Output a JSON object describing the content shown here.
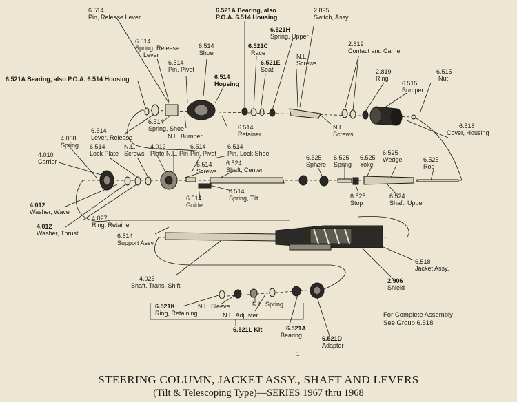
{
  "diagram": {
    "title": "STEERING COLUMN, JACKET ASSY., SHAFT AND LEVERS",
    "subtitle": "(Tilt & Telescoping Type)—SERIES 1967 thru 1968",
    "note": {
      "line1": "For Complete Assembly",
      "line2": "See Group 6.518"
    },
    "stray_mark": "1"
  },
  "labels": {
    "l1": {
      "line1": "6.514",
      "line2": "Pin, Release Lever"
    },
    "l2": {
      "line1": "6.521A Bearing, also",
      "line2": "P.O.A. 6.514 Housing"
    },
    "l3": {
      "line1": "2.895",
      "line2": "Switch, Assy."
    },
    "l4": {
      "line1": "6.521H",
      "line2": "Spring, Upper"
    },
    "l5": {
      "line1": "6.514",
      "line2": "Spring, Release",
      "line3": "Lever"
    },
    "l6": {
      "line1": "6.514",
      "line2": "Shoe"
    },
    "l7": {
      "line1": "6.521C",
      "line2": "Race"
    },
    "l8": {
      "line1": "N.L.",
      "line2": "Screws"
    },
    "l9": {
      "line1": "2.819",
      "line2": "Contact and Carrier"
    },
    "l10": {
      "line1": "6.514",
      "line2": "Pin, Pivot"
    },
    "l11": {
      "line1": "6.514",
      "line2": "Housing"
    },
    "l12": {
      "line1": "6.521E",
      "line2": "Seat"
    },
    "l13": {
      "line1": "6.515",
      "line2": "Nut"
    },
    "l14": {
      "line1": "2.819",
      "line2": "Ring"
    },
    "l15": {
      "line1": "6.515",
      "line2": "Bumper"
    },
    "l16": {
      "line1": "6.521A Bearing, also P.O.A. 6.514 Housing"
    },
    "l17": {
      "line1": "6.514",
      "line2": "Spring, Shoe"
    },
    "l18": {
      "line1": "N.L. Bumper"
    },
    "l19": {
      "line1": "6.514",
      "line2": "Retainer"
    },
    "l20": {
      "line1": "N.L.",
      "line2": "Screws"
    },
    "l21": {
      "line1": "6.518",
      "line2": "Cover, Housing"
    },
    "l22": {
      "line1": "6.514",
      "line2": "Lever, Release"
    },
    "l23": {
      "line1": "4.008",
      "line2": "Spring"
    },
    "l24": {
      "line1": "6.514",
      "line2": "Lock Plate"
    },
    "l25": {
      "line1": "N.L.",
      "line2": "Screws"
    },
    "l26": {
      "line1": "4.012",
      "line2": "Plate"
    },
    "l27": {
      "line1": "N.L. Pin"
    },
    "l28": {
      "line1": "6.514",
      "line2": "Pin, Pivot"
    },
    "l29": {
      "line1": "6.514",
      "line2": "Pin, Lock Shoe"
    },
    "l30": {
      "line1": "4.010",
      "line2": "Carrier"
    },
    "l31": {
      "line1": "6.514",
      "line2": "Screws"
    },
    "l32": {
      "line1": "6.524",
      "line2": "Shaft, Center"
    },
    "l33": {
      "line1": "6.525",
      "line2": "Sphere"
    },
    "l34": {
      "line1": "6.525",
      "line2": "Spring"
    },
    "l35": {
      "line1": "6.525",
      "line2": "Yoke"
    },
    "l36": {
      "line1": "6.525",
      "line2": "Wedge"
    },
    "l37": {
      "line1": "6.525",
      "line2": "Rod"
    },
    "l38": {
      "line1": "6.514",
      "line2": "Spring, Tilt"
    },
    "l39": {
      "line1": "6.514",
      "line2": "Guide"
    },
    "l40": {
      "line1": "6.525",
      "line2": "Stop"
    },
    "l41": {
      "line1": "6.524",
      "line2": "Shaft, Upper"
    },
    "l42": {
      "line1": "4.012",
      "line2": "Washer, Wave"
    },
    "l43": {
      "line1": "4.027",
      "line2": "Ring, Retainer"
    },
    "l44": {
      "line1": "4.012",
      "line2": "Washer, Thrust"
    },
    "l45": {
      "line1": "6.514",
      "line2": "Support Assy."
    },
    "l46": {
      "line1": "6.518",
      "line2": "Jacket Assy."
    },
    "l47": {
      "line1": "4.025",
      "line2": "Shaft, Trans. Shift"
    },
    "l48": {
      "line1": "2.906",
      "line2": "Shield"
    },
    "l49": {
      "line1": "6.521K",
      "line2": "Ring, Retaining"
    },
    "l50": {
      "line1": "N.L. Sleeve"
    },
    "l51": {
      "line1": "N.L. Spring"
    },
    "l52": {
      "line1": "N.L. Adjuster"
    },
    "l53": {
      "line1": "6.521L Kit"
    },
    "l54": {
      "line1": "6.521A",
      "line2": "Bearing"
    },
    "l55": {
      "line1": "6.521D",
      "line2": "Adapter"
    }
  },
  "colors": {
    "paper": "#ece6d3",
    "ink": "#1b1a17"
  }
}
